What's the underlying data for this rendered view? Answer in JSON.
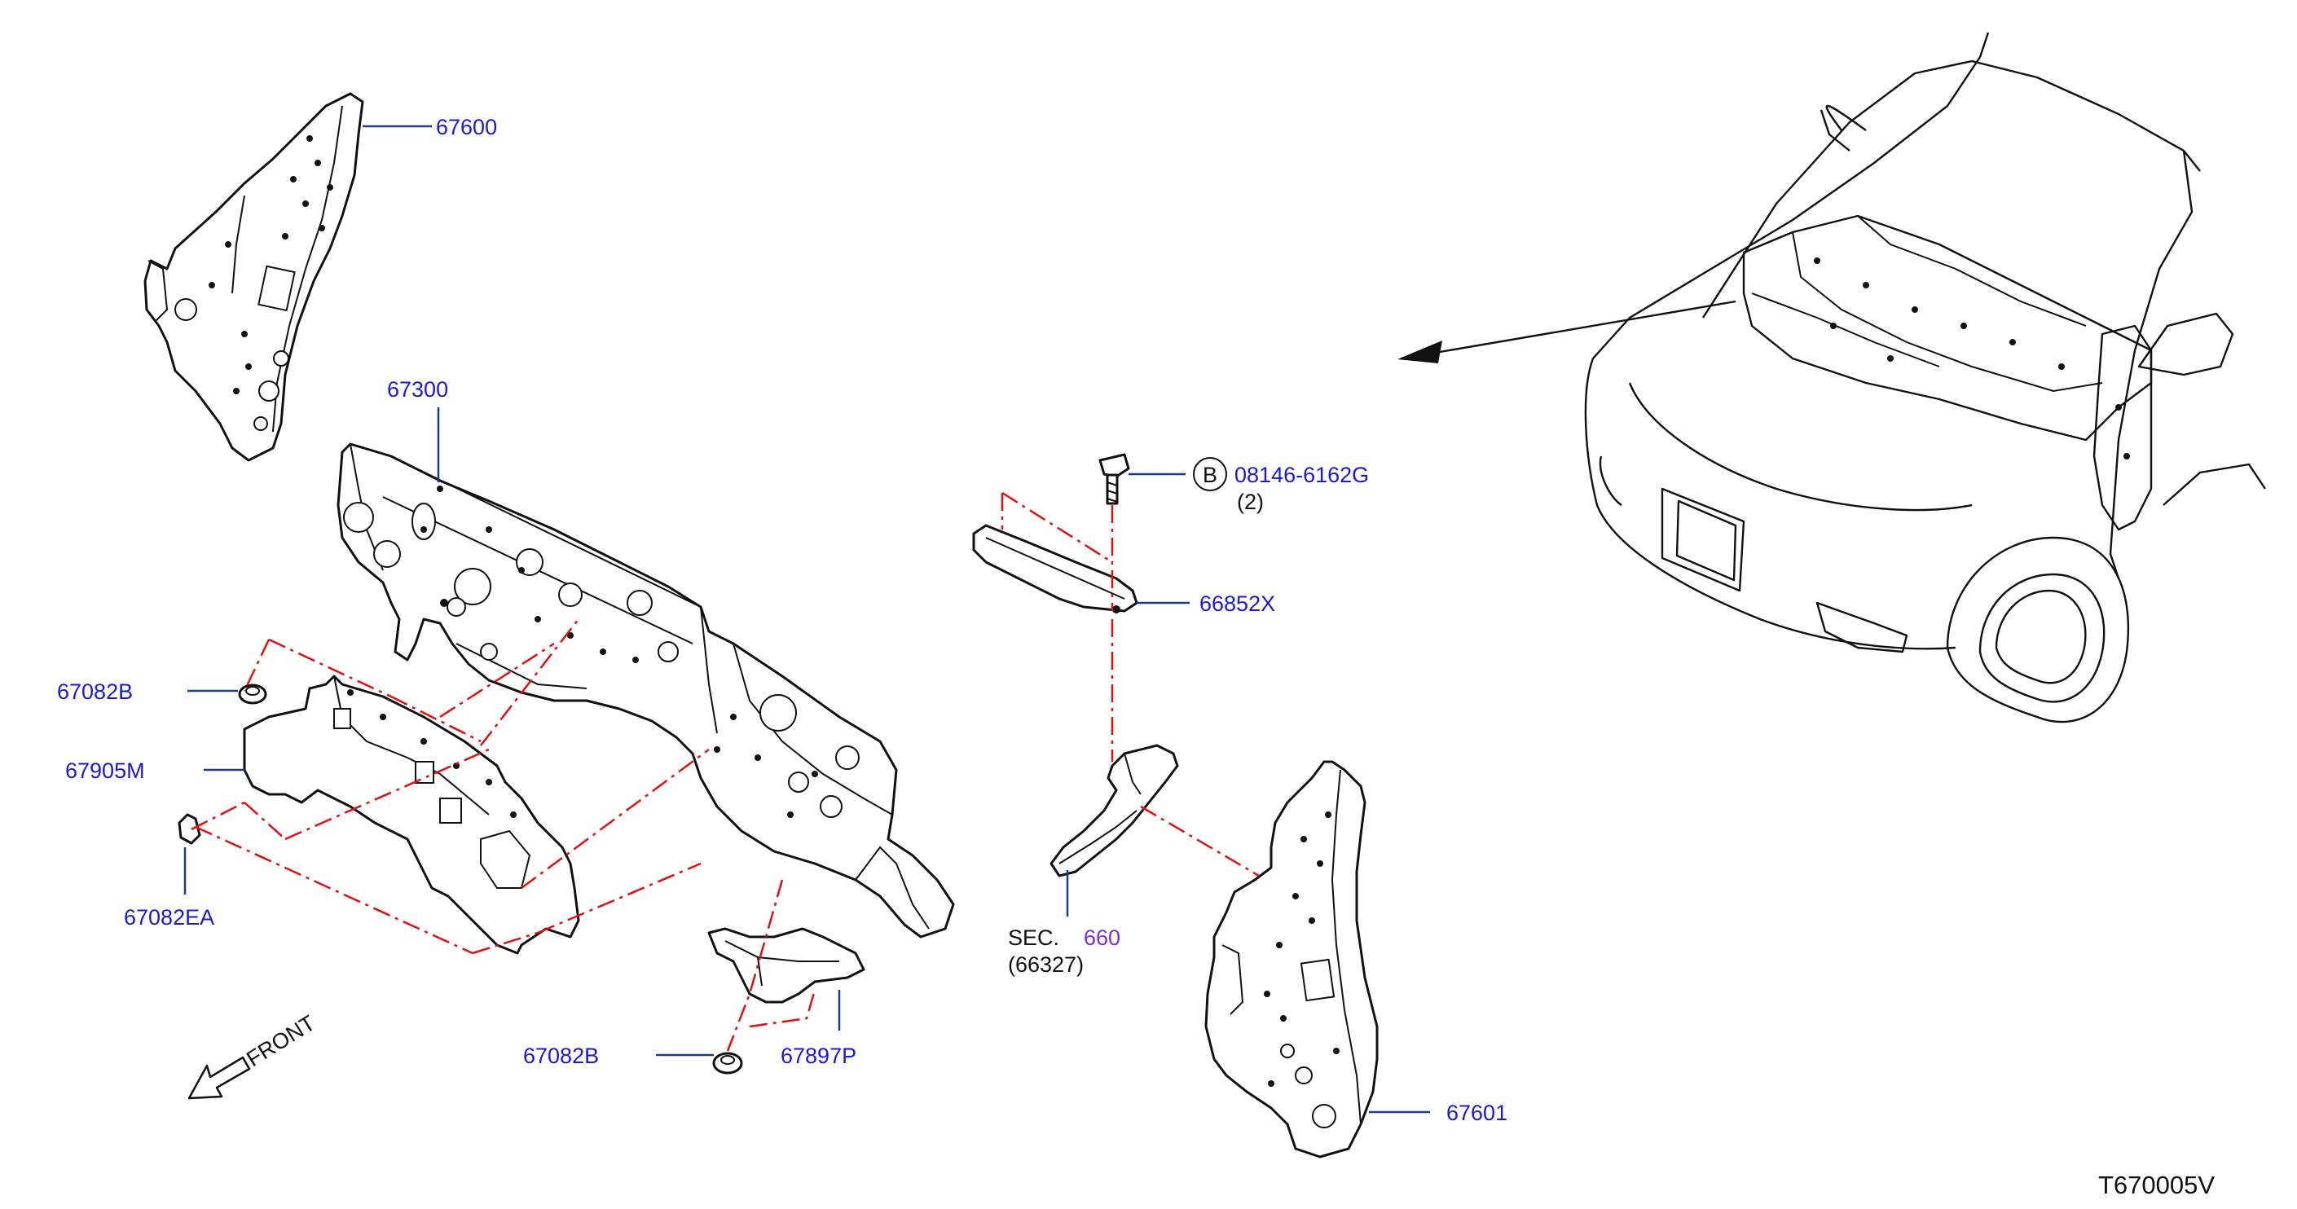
{
  "diagram_id": "T670005V",
  "front_label": "FRONT",
  "section_ref": {
    "prefix": "SEC.",
    "number": "660",
    "sub": "(66327)"
  },
  "bolt_symbol": "B",
  "parts": {
    "p67600": "67600",
    "p67300": "67300",
    "p67082B_top": "67082B",
    "p67905M": "67905M",
    "p67082EA": "67082EA",
    "p67082B_bottom": "67082B",
    "p67897P": "67897P",
    "p08146": "08146-6162G",
    "p08146_qty": "(2)",
    "p66852X": "66852X",
    "p67601": "67601"
  },
  "colors": {
    "label_blue": "#1a1ad4",
    "section_purple": "#7a2fd8",
    "dash_red": "#e01010",
    "leader": "#1a3a8a",
    "line": "#111111"
  }
}
